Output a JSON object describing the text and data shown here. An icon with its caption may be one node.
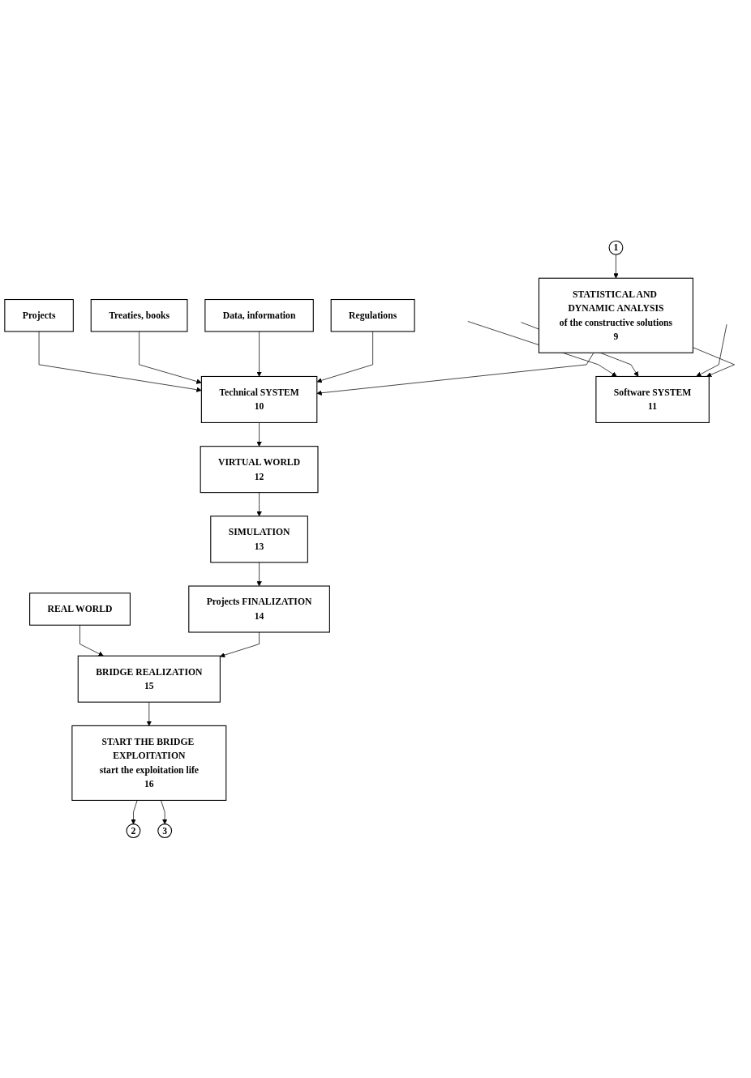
{
  "diagram": {
    "nodes": [
      {
        "text": [
          "1"
        ]
      },
      {
        "text": [
          "STATISTICAL AND DYNAMIC ANALYSIS",
          "of the constructive solutions",
          "9"
        ]
      },
      {
        "text": [
          "Regulations"
        ]
      },
      {
        "text": [
          "Data, information"
        ]
      },
      {
        "text": [
          "Treaties, books"
        ]
      },
      {
        "text": [
          "Projects"
        ]
      },
      {
        "text": [
          "Technical SYSTEM",
          "10"
        ]
      },
      {
        "text": [
          "Software SYSTEM",
          "11"
        ]
      },
      {
        "text": [
          "VIRTUAL WORLD",
          "12"
        ]
      },
      {
        "text": [
          "SIMULATION",
          "13"
        ]
      },
      {
        "text": [
          "Projects FINALIZATION",
          "14"
        ]
      },
      {
        "text": [
          "REAL WORLD"
        ]
      },
      {
        "text": [
          "BRIDGE REALIZATION",
          "15"
        ]
      },
      {
        "text": [
          "START THE BRIDGE EXPLOITATION",
          "start the exploitation life",
          "16"
        ]
      },
      {
        "text": [
          "2"
        ]
      },
      {
        "text": [
          "3"
        ]
      }
    ],
    "edges": [
      {
        "from": 0,
        "to": 1,
        "arrow": "to"
      },
      {
        "from": 1,
        "to": 6,
        "arrow": "to"
      },
      {
        "from": 1,
        "to": 7,
        "arrow": "to"
      },
      {
        "from": 2,
        "to": 6,
        "arrow": "to"
      },
      {
        "from": null,
        "to": 7,
        "arrow": "to"
      },
      {
        "from": 3,
        "to": 6,
        "arrow": "to"
      },
      {
        "from": 4,
        "to": 6,
        "arrow": "to"
      },
      {
        "from": null,
        "to": 7,
        "arrow": "to"
      },
      {
        "from": 5,
        "to": 6,
        "arrow": "to"
      },
      {
        "from": 6,
        "to": 8,
        "arrow": "to"
      },
      {
        "from": null,
        "to": 7,
        "arrow": "to"
      },
      {
        "from": 8,
        "to": 9,
        "arrow": "to"
      },
      {
        "from": 9,
        "to": 10,
        "arrow": "to"
      },
      {
        "from": 10,
        "to": 12,
        "arrow": "to"
      },
      {
        "from": 11,
        "to": 12,
        "arrow": "to"
      },
      {
        "from": 12,
        "to": 13,
        "arrow": "to"
      },
      {
        "from": 13,
        "to": 14,
        "arrow": "to"
      },
      {
        "from": 13,
        "to": 15,
        "arrow": "to"
      }
    ]
  }
}
